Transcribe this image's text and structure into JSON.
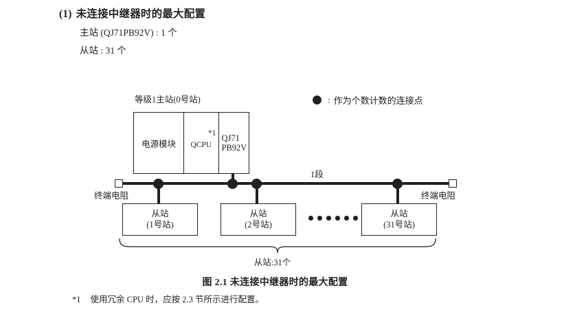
{
  "heading": {
    "number": "(1)",
    "title": "未连接中继器时的最大配置",
    "lines": [
      "主站 (QJ71PB92V) : 1 个",
      "从站 : 31 个"
    ]
  },
  "legend": {
    "symbol": "dot-icon",
    "colon": ":",
    "text": "作为个数计数的连接点"
  },
  "diagram": {
    "master": {
      "caption": "等级1主站(0号站)",
      "cells": {
        "power": "电源模块",
        "cpu": "QCPU",
        "cpu_footnote_mark": "*1",
        "network_line1": "QJ71",
        "network_line2": "PB92V"
      }
    },
    "bus": {
      "segment_label": "1段",
      "terminator_left": "终端电阻",
      "terminator_right": "终端电阻"
    },
    "slaves": [
      {
        "name": "从站",
        "station": "(1号站)"
      },
      {
        "name": "从站",
        "station": "(2号站)"
      },
      {
        "name": "从站",
        "station": "(31号站)"
      }
    ],
    "ellipsis_dots": 6,
    "brace_label": "从站:31个"
  },
  "figure_caption": "图 2.1  未连接中继器时的最大配置",
  "footnote": {
    "mark": "*1",
    "text": "使用冗余 CPU 时，应按 2.3 节所示进行配置。"
  },
  "colors": {
    "ink": "#231f20",
    "page": "#ffffff"
  }
}
